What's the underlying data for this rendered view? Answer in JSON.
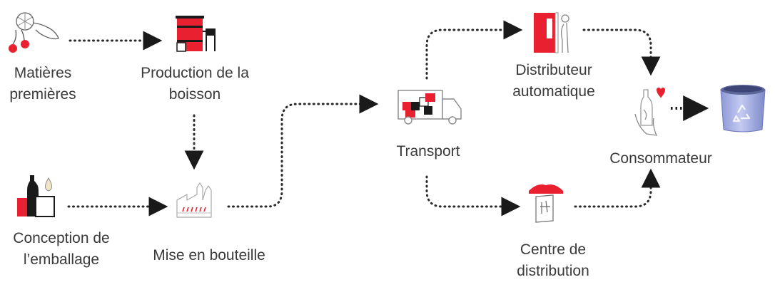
{
  "colors": {
    "accent": "#e8202f",
    "ink": "#1a1a1a",
    "line": "#2a2a2a",
    "text": "#3a3a3a",
    "bin": "#a9b3e6"
  },
  "nodes": {
    "matieres": {
      "line1": "Matières",
      "line2": "premières",
      "icon": "fruit-icon"
    },
    "production": {
      "line1": "Production de la",
      "line2": "boisson",
      "icon": "tanks-icon"
    },
    "conception": {
      "line1": "Conception de",
      "line2": "l’emballage",
      "icon": "bottle-design-icon"
    },
    "mise": {
      "line1": "Mise en bouteille",
      "icon": "factory-icon"
    },
    "transport": {
      "line1": "Transport",
      "icon": "truck-icon"
    },
    "distributeur": {
      "line1": "Distributeur",
      "line2": "automatique",
      "icon": "vending-machine-icon"
    },
    "centre": {
      "line1": "Centre de",
      "line2": "distribution",
      "icon": "store-icon"
    },
    "consommateur": {
      "line1": "Consommateur",
      "icon": "hand-bottle-icon"
    },
    "recyclage": {
      "icon": "recycle-bin-icon"
    }
  }
}
